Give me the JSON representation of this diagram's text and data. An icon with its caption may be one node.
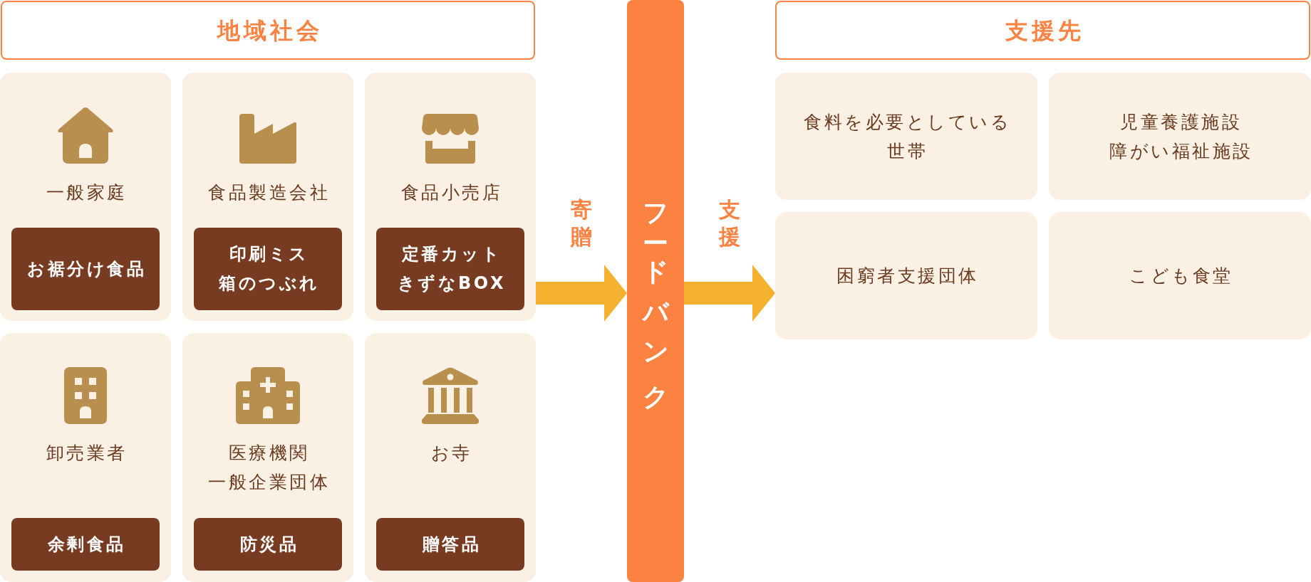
{
  "diagram": {
    "nodes": [
      {
        "text": [
          "地域社会"
        ]
      },
      {
        "text": [
          "一般家庭"
        ]
      },
      {
        "text": [
          "お裾分け食品"
        ],
        "in": 1
      },
      {
        "text": [
          "食品製造会社"
        ]
      },
      {
        "text": [
          "印刷ミス",
          "箱のつぶれ"
        ],
        "in": 3
      },
      {
        "text": [
          "食品小売店"
        ]
      },
      {
        "text": [
          "定番カット",
          "きずなBOX"
        ],
        "in": 5
      },
      {
        "text": [
          "卸売業者"
        ]
      },
      {
        "text": [
          "余剰食品"
        ],
        "in": 7
      },
      {
        "text": [
          "医療機関",
          "一般企業団体"
        ]
      },
      {
        "text": [
          "防災品"
        ],
        "in": 9
      },
      {
        "text": [
          "お寺"
        ]
      },
      {
        "text": [
          "贈答品"
        ],
        "in": 11
      },
      {
        "text": [
          "フードバンク"
        ]
      },
      {
        "text": [
          "支援先"
        ]
      },
      {
        "text": [
          "食料を必要としている世帯"
        ]
      },
      {
        "text": [
          "児童養護施設",
          "障がい福祉施設"
        ]
      },
      {
        "text": [
          "困窮者支援団体"
        ]
      },
      {
        "text": [
          "こども食堂"
        ]
      }
    ],
    "edges": [
      {
        "from": 5,
        "to": 13,
        "arrow": "to",
        "label": "寄贈"
      },
      {
        "from": 13,
        "to": 17,
        "arrow": "to",
        "label": "支援"
      }
    ]
  }
}
